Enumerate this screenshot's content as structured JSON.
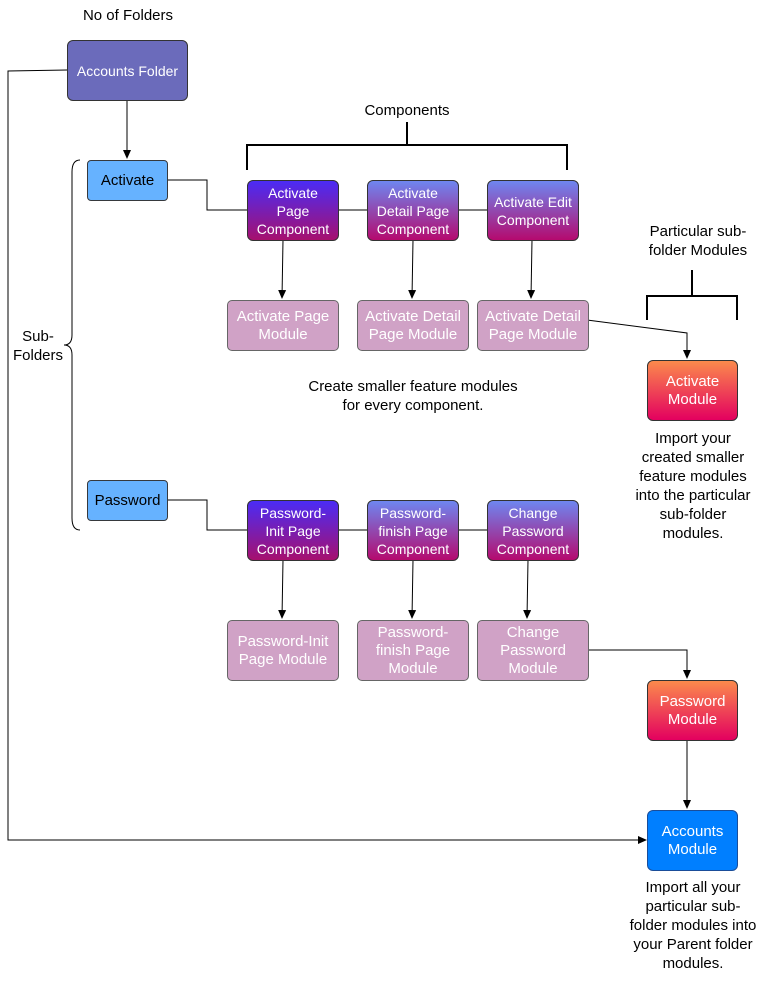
{
  "title": "No of Folders",
  "accounts_folder": "Accounts Folder",
  "components_label": "Components",
  "subfolders_label": "Sub-\nFolders",
  "particular_label": "Particular sub-\nfolder Modules",
  "create_note": "Create smaller feature modules\nfor every component.",
  "import_note": "Import your\ncreated smaller\nfeature modules\ninto the particular\nsub-folder\nmodules.",
  "import_all_note": "Import all your\nparticular sub-\nfolder modules into\nyour Parent folder\nmodules.",
  "activate": {
    "label": "Activate",
    "components": [
      "Activate\nPage\nComponent",
      "Activate\nDetail Page\nComponent",
      "Activate Edit\nComponent"
    ],
    "modules": [
      "Activate Page\nModule",
      "Activate Detail\nPage Module",
      "Activate Detail\nPage Module"
    ],
    "subfolder_module": "Activate\nModule"
  },
  "password": {
    "label": "Password",
    "components": [
      "Password-\nInit Page\nComponent",
      " Password-\nfinish  Page\nComponent",
      "Change\nPassword\nComponent"
    ],
    "modules": [
      "Password-Init\nPage Module",
      "Password-\nfinish Page\nModule",
      "Change\nPassword\nModule"
    ],
    "subfolder_module": "Password\nModule"
  },
  "accounts_module": "Accounts\nModule"
}
